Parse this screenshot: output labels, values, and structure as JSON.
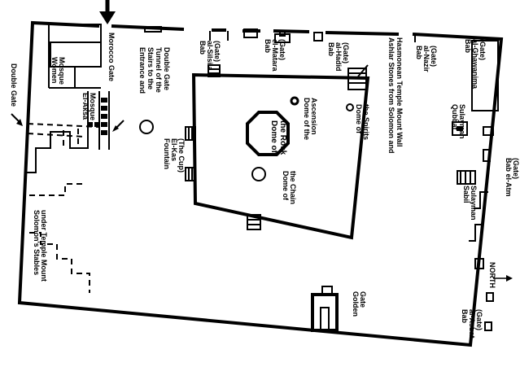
{
  "labels": {
    "bab_al_silsila": [
      "Bab",
      "al-Silsila",
      "(Gate)"
    ],
    "bab_el_matara": [
      "Bab",
      "el-Matara",
      "(Gate)"
    ],
    "bab_al_hadid": [
      "Bab",
      "al-Hadid",
      "(Gate)"
    ],
    "bab_al_nazir": [
      "Bab",
      "al-Nazir",
      "(Gate)"
    ],
    "bab_al_ghawanima": [
      "Bab",
      "al-Ghawanima",
      "(Gate)"
    ],
    "ashlar_stones": [
      "Ashlar Stones from Solomon and",
      "Hasmonean Temple Mount Wall"
    ],
    "morocco_gate": [
      "Morocco Gate"
    ],
    "women_mosque": [
      "Women",
      "Mosque"
    ],
    "entrance_stairs": [
      "Entrance and",
      "Stairs to the",
      "Tunnel of the",
      "Double Gate"
    ],
    "fountain": [
      "Fountain",
      "El-Kas",
      "(The Cup)"
    ],
    "dome_rock": [
      "Dome of",
      "the Rock"
    ],
    "dome_ascension": [
      "Dome of the",
      "Ascension"
    ],
    "dome_spirits": [
      "Dome of",
      "the Spirits"
    ],
    "dome_chain": [
      "Dome of",
      "the Chain"
    ],
    "qubbat_sulayman": [
      "Qubbat",
      "Sulayman"
    ],
    "sabil_sulayman": [
      "Sabil",
      "Sulayman"
    ],
    "bab_el_atm": [
      "Bab el-Atm",
      "(Gate)"
    ],
    "north": [
      "NORTH"
    ],
    "golden_gate": [
      "Golden",
      "Gate"
    ],
    "bab_al_asbat": [
      "Bab",
      "al-Asbat",
      "(Gate)"
    ],
    "double_gate": [
      "Double Gate"
    ],
    "el_aksa": [
      "El-Aksa",
      "Mosque"
    ],
    "solomons_stables": [
      "Solomon's Stables",
      "under Temple Mount"
    ]
  }
}
